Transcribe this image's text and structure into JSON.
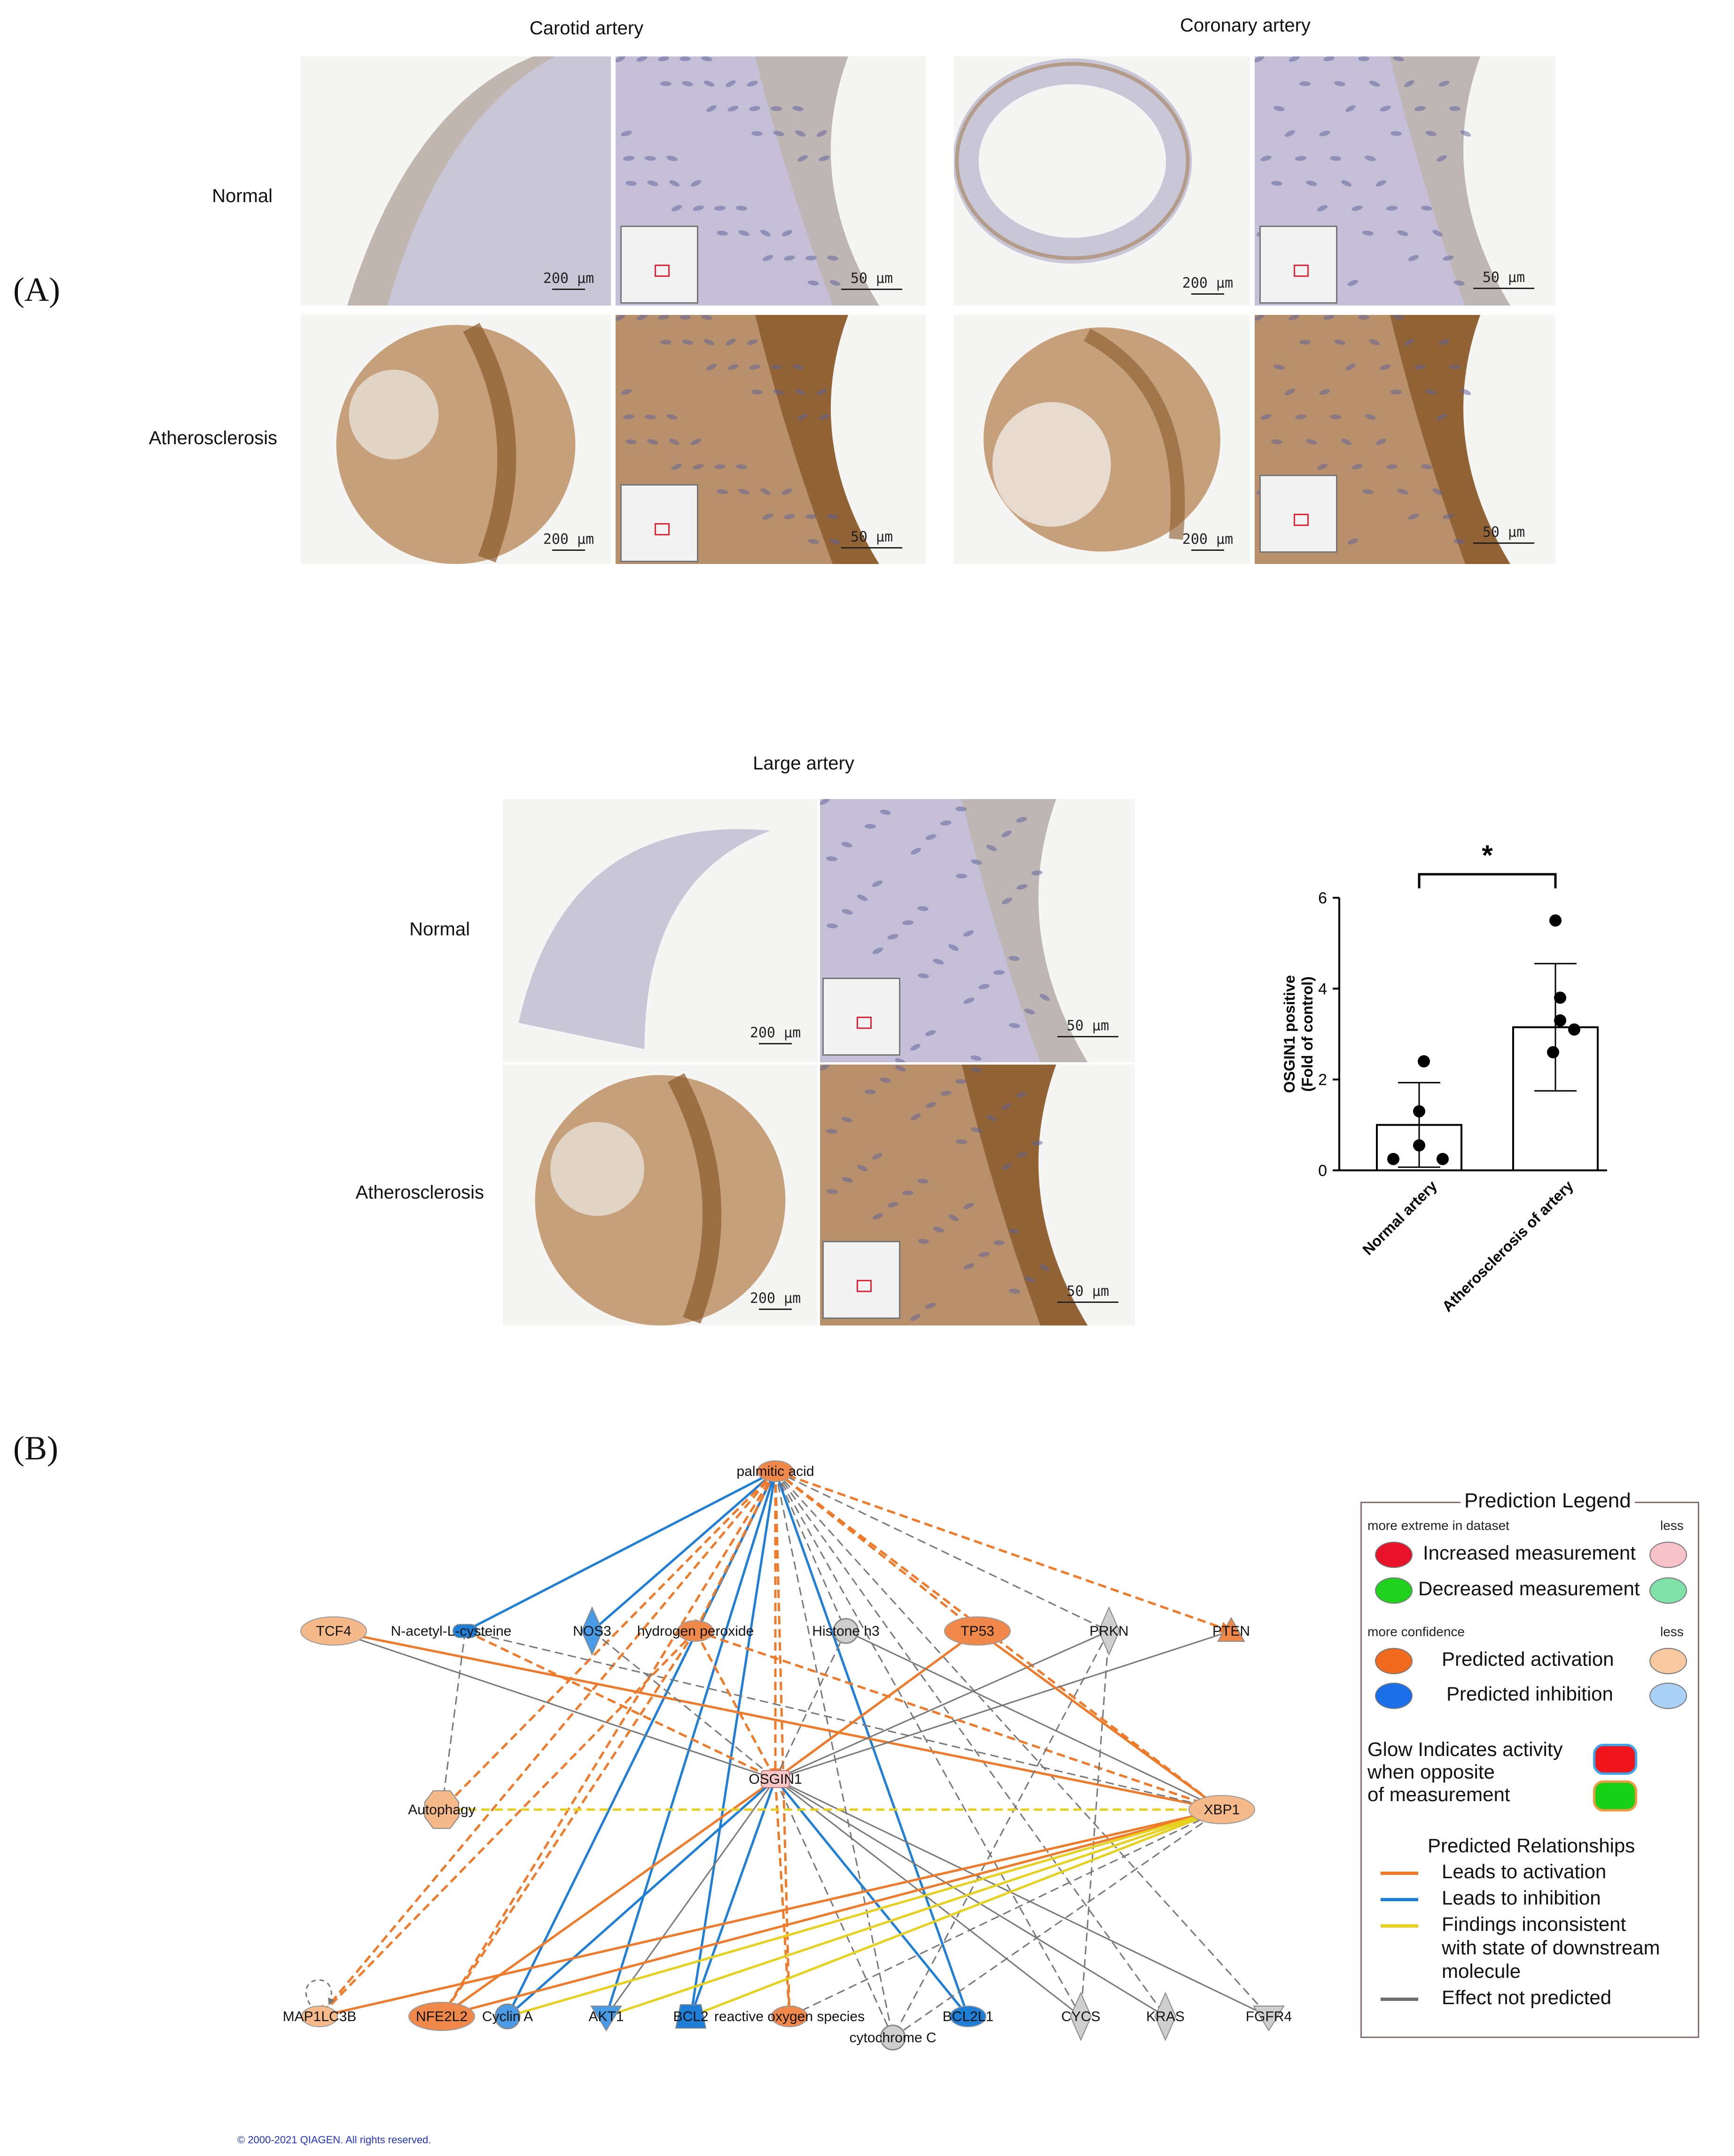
{
  "panelA": {
    "label": "(A)",
    "carotid": {
      "title": "Carotid artery"
    },
    "coronary": {
      "title": "Coronary artery"
    },
    "large": {
      "title": "Large artery"
    },
    "rows": {
      "normal": "Normal",
      "athero": "Atherosclerosis"
    },
    "scale_low": "200 µm",
    "scale_high": "50 µm"
  },
  "chart_data": {
    "type": "bar",
    "categories": [
      "Normal artery",
      "Atherosclerosis of artery"
    ],
    "values": [
      1.0,
      3.15
    ],
    "error_sd": [
      0.93,
      1.4
    ],
    "points": [
      [
        0.25,
        0.55,
        0.25,
        1.3,
        2.4
      ],
      [
        2.6,
        3.3,
        3.8,
        3.1,
        5.5
      ]
    ],
    "ylabel": "OSGIN1 positive\n(Fold of control)",
    "ylabel_lines": [
      "OSGIN1 positive",
      "(Fold of control)"
    ],
    "yticks": [
      0,
      2,
      4,
      6
    ],
    "ylim": [
      0,
      6
    ],
    "significance": "*",
    "grid": false
  },
  "panelB": {
    "label": "(B)",
    "nodes": {
      "palmitic": "palmitic acid",
      "tcf4": "TCF4",
      "nac": "N-acetyl-L-cysteine",
      "nos3": "NOS3",
      "h2o2": "hydrogen peroxide",
      "histone": "Histone h3",
      "tp53": "TP53",
      "prkn": "PRKN",
      "pten": "PTEN",
      "osgin1": "OSGIN1",
      "autophagy": "Autophagy",
      "xbp1": "XBP1",
      "map1lc3b": "MAP1LC3B",
      "nfe2l2": "NFE2L2",
      "cyclina": "Cyclin A",
      "akt1": "AKT1",
      "bcl2": "BCL2",
      "ros": "reactive oxygen species",
      "cytc": "cytochrome C",
      "bcl2l1": "BCL2L1",
      "cycs": "CYCS",
      "kras": "KRAS",
      "fgfr4": "FGFR4"
    },
    "copyright": "© 2000-2021 QIAGEN. All rights reserved.",
    "legend": {
      "title": "Prediction Legend",
      "more_extreme": "more extreme in dataset",
      "less": "less",
      "increased": "Increased measurement",
      "decreased": "Decreased measurement",
      "more_confidence": "more confidence",
      "activation": "Predicted activation",
      "inhibition": "Predicted inhibition",
      "glow1": "Glow Indicates activity",
      "glow2": "when opposite",
      "glow3": "of measurement",
      "rel_title": "Predicted Relationships",
      "rel_activation": "Leads to activation",
      "rel_inhibition": "Leads to inhibition",
      "rel_inconsistent1": "Findings inconsistent",
      "rel_inconsistent2": "with state of downstream",
      "rel_inconsistent3": "molecule",
      "rel_notpredicted": "Effect not predicted"
    },
    "colors": {
      "activation": "#ee7a2a",
      "inhibition": "#1f7ed6",
      "inconsistent": "#e6d21e",
      "not_predicted": "#777777"
    }
  }
}
